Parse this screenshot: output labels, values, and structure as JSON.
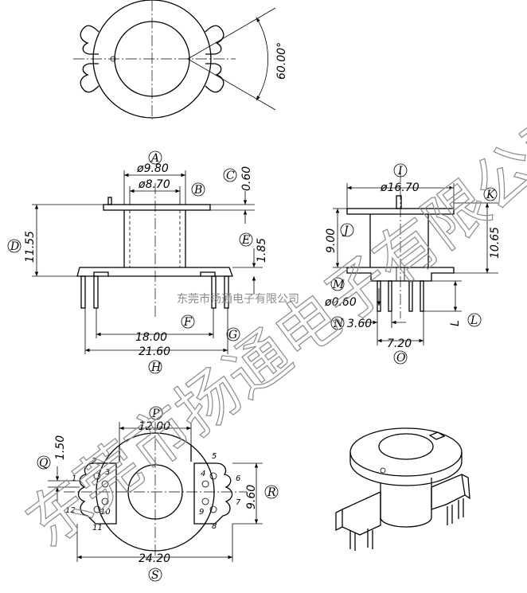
{
  "top_view": {
    "angle": "60.00°"
  },
  "front_view": {
    "dims": {
      "d_outer": "ø9.80",
      "d_inner": "ø8.70",
      "flange": "0.60",
      "height": "11.55",
      "base": "1.85",
      "pin_span": "18.00",
      "base_width": "21.60"
    },
    "labels": {
      "A": "A",
      "B": "B",
      "C": "C",
      "D": "D",
      "E": "E",
      "F": "F",
      "G": "G",
      "H": "H"
    }
  },
  "side_view": {
    "dims": {
      "diam": "ø16.70",
      "h1": "9.00",
      "h2": "10.65",
      "pin_d": "ø0.60",
      "pitch": "3.60",
      "row": "7.20",
      "pin_len": "L"
    },
    "labels": {
      "I": "I",
      "J": "J",
      "K": "K",
      "L": "L",
      "M": "M",
      "N": "N",
      "O": "O"
    }
  },
  "bottom_view": {
    "dims": {
      "top_w": "12.00",
      "q": "1.50",
      "r": "9.60",
      "s": "24.20"
    },
    "labels": {
      "P": "P",
      "Q": "Q",
      "R": "R",
      "S": "S"
    },
    "pins": [
      "1",
      "2",
      "3",
      "4",
      "5",
      "6",
      "7",
      "8",
      "9",
      "10",
      "11",
      "12"
    ]
  },
  "watermark": {
    "large": "东莞市扬通电子有限公司",
    "small": "东莞市扬通电子有限公司"
  }
}
